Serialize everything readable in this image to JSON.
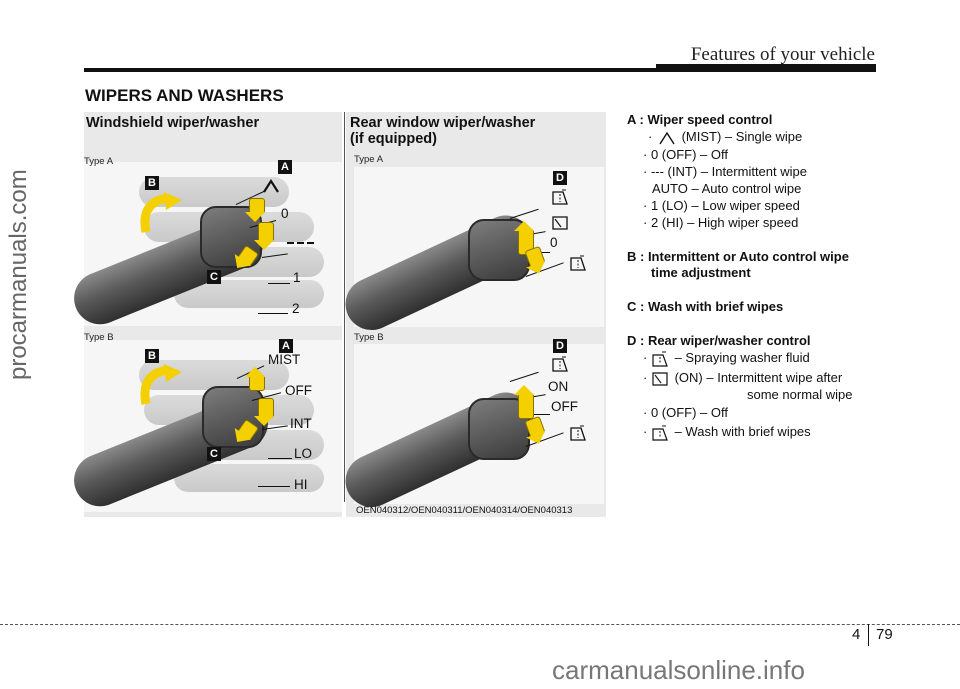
{
  "header": {
    "title": "Features of your vehicle"
  },
  "section_title": "WIPERS AND WASHERS",
  "left_panel": {
    "heading": "Windshield wiper/washer",
    "type_a_label": "Type A",
    "type_b_label": "Type B",
    "type_a_positions": [
      "0",
      "1",
      "2"
    ],
    "type_b_positions": [
      "MIST",
      "OFF",
      "INT",
      "LO",
      "HI"
    ],
    "badges": [
      "A",
      "B",
      "C"
    ]
  },
  "middle_panel": {
    "heading_line1": "Rear window wiper/washer",
    "heading_line2": "(if equipped)",
    "type_a_label": "Type A",
    "type_b_label": "Type B",
    "type_a_positions": [
      "0"
    ],
    "type_b_positions": [
      "ON",
      "OFF"
    ],
    "badge": "D"
  },
  "caption": "OEN040312/OEN040311/OEN040314/OEN040313",
  "descriptions": {
    "a_title": "A : Wiper speed control",
    "a_items": [
      "(MIST) – Single wipe",
      "0 (OFF) – Off",
      "--- (INT) – Intermittent wipe",
      "AUTO – Auto control wipe",
      "1 (LO) – Low wiper speed",
      "2 (HI) – High wiper speed"
    ],
    "b_line1": "B : Intermittent or Auto control wipe",
    "b_line2": "time adjustment",
    "c_title": "C : Wash with brief wipes",
    "d_title": "D : Rear wiper/washer control",
    "d_items": [
      "– Spraying washer fluid",
      "(ON) – Intermittent   wipe   after",
      "some normal wipe",
      "0 (OFF) – Off",
      "– Wash with brief wipes"
    ]
  },
  "page": {
    "chapter": "4",
    "number": "79"
  },
  "watermarks": {
    "left": "procarmanuals.com",
    "bottom": "carmanualsonline.info"
  },
  "colors": {
    "panel_bg": "#e9e9e9",
    "arrow_yellow": "#f4d000",
    "badge_bg": "#111111"
  }
}
